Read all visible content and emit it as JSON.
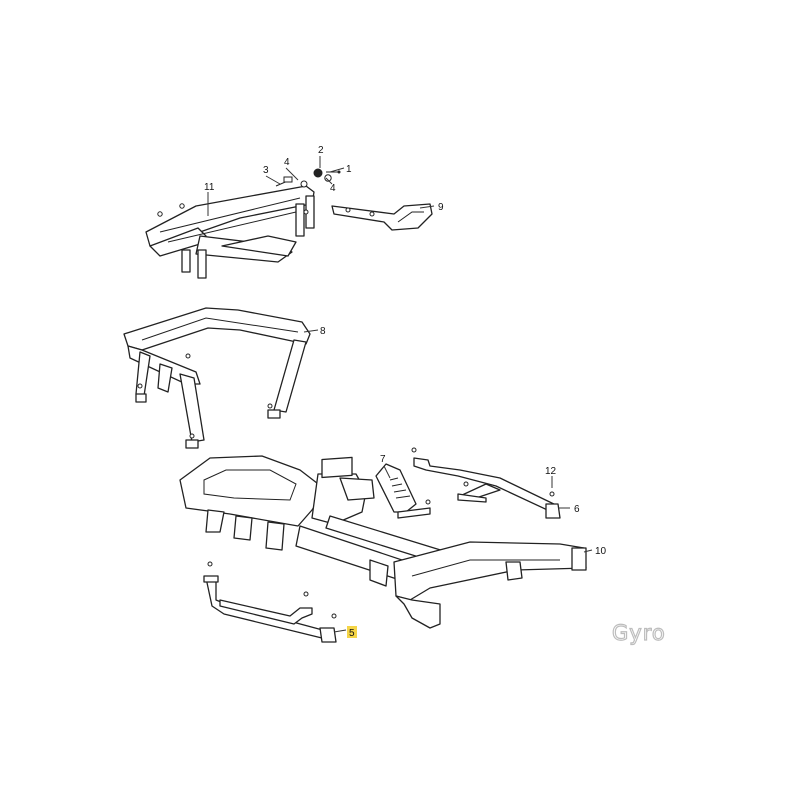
{
  "diagram": {
    "callouts": [
      {
        "id": "c1",
        "label": "1"
      },
      {
        "id": "c2",
        "label": "2"
      },
      {
        "id": "c3",
        "label": "3"
      },
      {
        "id": "c4a",
        "label": "4"
      },
      {
        "id": "c4b",
        "label": "4"
      },
      {
        "id": "c5",
        "label": "5",
        "highlighted": true
      },
      {
        "id": "c6",
        "label": "6"
      },
      {
        "id": "c7",
        "label": "7"
      },
      {
        "id": "c8",
        "label": "8"
      },
      {
        "id": "c9",
        "label": "9"
      },
      {
        "id": "c10",
        "label": "10"
      },
      {
        "id": "c11",
        "label": "11"
      },
      {
        "id": "c12",
        "label": "12"
      }
    ],
    "highlight_color": "#f5d547",
    "brand": "Gyro"
  }
}
